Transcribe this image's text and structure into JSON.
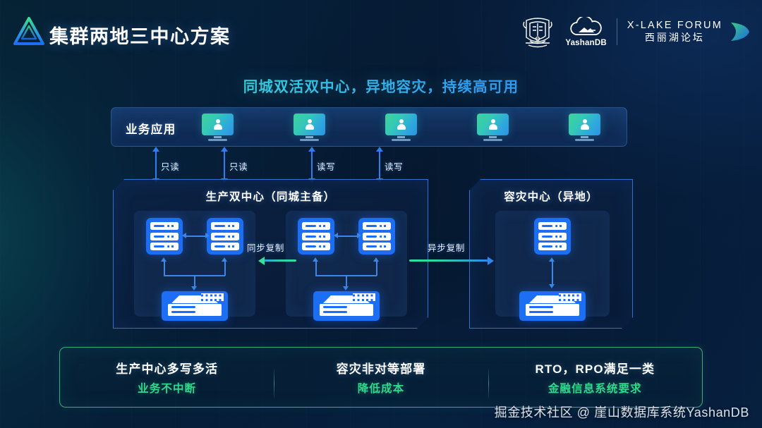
{
  "header": {
    "title": "集群两地三中心方案",
    "logo_icon": "triangle-logo-icon",
    "crest_icon": "university-crest-icon",
    "yashan_label": "YashanDB",
    "yashan_icon": "cloud-icon",
    "forum_en": "X-LAKE FORUM",
    "forum_cn": "西丽湖论坛",
    "swoosh_icon": "swoosh-icon"
  },
  "subtitle": "同城双活双中心，异地容灾，持续高可用",
  "appbar": {
    "label": "业务应用",
    "monitor_icon": "monitor-user-icon",
    "monitors": [
      {
        "id": "app-client-1"
      },
      {
        "id": "app-client-2"
      },
      {
        "id": "app-client-3"
      },
      {
        "id": "app-client-4"
      },
      {
        "id": "app-client-5"
      }
    ]
  },
  "access_arrows": [
    {
      "label": "只读"
    },
    {
      "label": "只读"
    },
    {
      "label": "读写"
    },
    {
      "label": "读写"
    }
  ],
  "datacenters": {
    "production": {
      "title": "生产双中心（同城主备）",
      "sync_label": "同步复制",
      "server_icon": "server-rack-icon",
      "switch_icon": "network-switch-icon",
      "sites": [
        {
          "id": "prod-site-a",
          "servers": 2,
          "switches": 1
        },
        {
          "id": "prod-site-b",
          "servers": 2,
          "switches": 1
        }
      ]
    },
    "disaster_recovery": {
      "title": "容灾中心（异地）",
      "async_label": "异步复制",
      "server_icon": "server-rack-icon",
      "switch_icon": "network-switch-icon",
      "servers": 1,
      "switches": 1
    }
  },
  "benefits": [
    {
      "top": "生产中心多写多活",
      "bottom": "业务不中断"
    },
    {
      "top": "容灾非对等部署",
      "bottom": "降低成本"
    },
    {
      "top": "RTO，RPO满足一类",
      "bottom": "金融信息系统要求"
    }
  ],
  "watermark": "掘金技术社区 @ 崖山数据库系统YashanDB",
  "colors": {
    "background": "#061a33",
    "accent_blue": "#1c6ef5",
    "accent_green": "#2fd98c",
    "panel_border": "#2f6fd0",
    "benefit_border": "#2fae7e"
  }
}
